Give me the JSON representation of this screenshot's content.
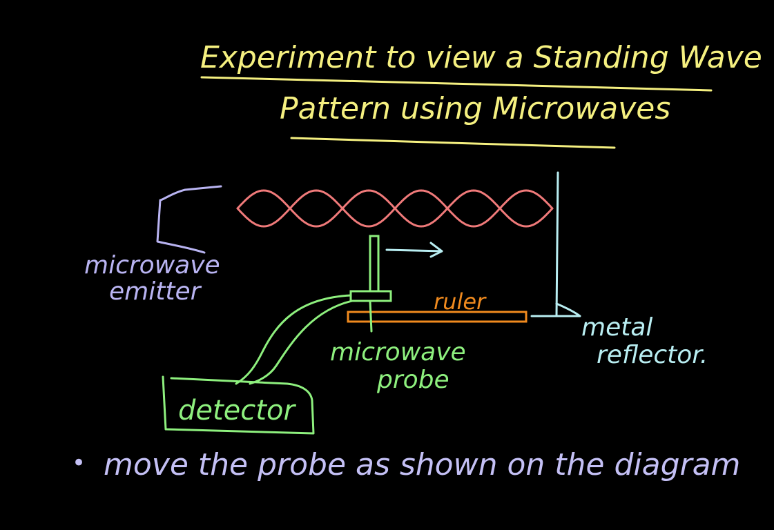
{
  "title": {
    "line1": "Experiment to view a Standing Wave",
    "line2": "Pattern using Microwaves",
    "color": "#f5f080"
  },
  "labels": {
    "emitter_line1": "microwave",
    "emitter_line2": "emitter",
    "ruler": "ruler",
    "probe_line1": "microwave",
    "probe_line2": "probe",
    "reflector_line1": "metal",
    "reflector_line2": "reflector.",
    "detector": "detector"
  },
  "note": {
    "bullet": "•",
    "text": "move the probe as shown on the diagram"
  },
  "colors": {
    "background": "#000000",
    "title": "#f5f080",
    "emitter": "#b9b4f2",
    "wave": "#f07a7a",
    "probe": "#8ef07e",
    "ruler": "#f08a1e",
    "reflector": "#b9eef2",
    "note": "#c4c0f5"
  }
}
